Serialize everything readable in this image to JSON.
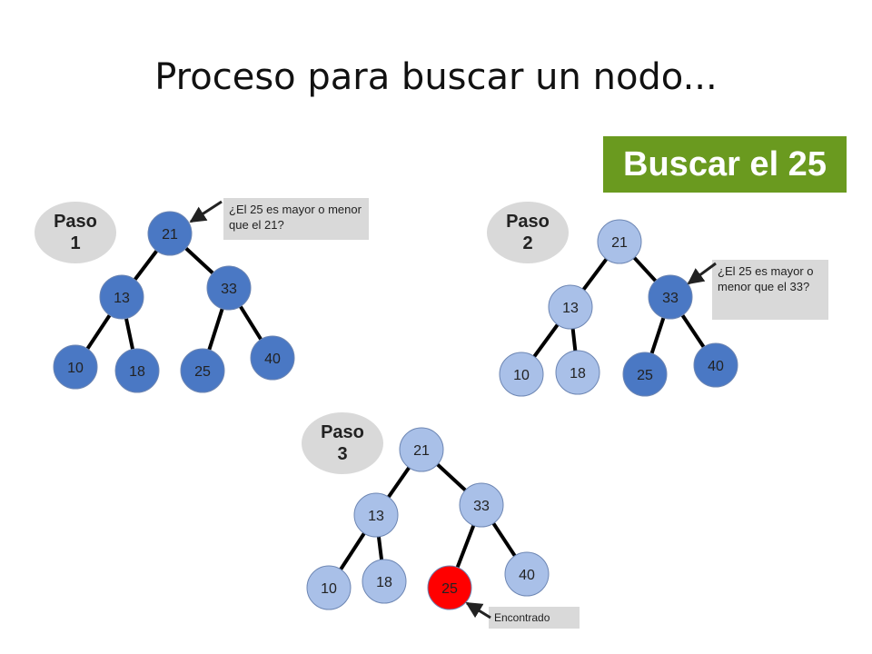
{
  "title": "Proceso para buscar un nodo...",
  "badge": "Buscar el 25",
  "colors": {
    "badge_bg": "#6a9a1f",
    "node_dark": "#4a78c4",
    "node_light": "#a9c0e8",
    "node_found": "#ff0000",
    "edge": "#000000",
    "label_bg": "#d9d9d9"
  },
  "steps": [
    {
      "label_line1": "Paso",
      "label_line2": "1",
      "callout": "¿El 25 es mayor o menor que el 21?",
      "nodes": [
        {
          "key": "n21",
          "value": "21",
          "state": "dark"
        },
        {
          "key": "n13",
          "value": "13",
          "state": "dark"
        },
        {
          "key": "n33",
          "value": "33",
          "state": "dark"
        },
        {
          "key": "n10",
          "value": "10",
          "state": "dark"
        },
        {
          "key": "n18",
          "value": "18",
          "state": "dark"
        },
        {
          "key": "n25",
          "value": "25",
          "state": "dark"
        },
        {
          "key": "n40",
          "value": "40",
          "state": "dark"
        }
      ]
    },
    {
      "label_line1": "Paso",
      "label_line2": "2",
      "callout": "¿El 25 es mayor o menor que el 33?",
      "nodes": [
        {
          "key": "n21",
          "value": "21",
          "state": "light"
        },
        {
          "key": "n13",
          "value": "13",
          "state": "light"
        },
        {
          "key": "n33",
          "value": "33",
          "state": "dark"
        },
        {
          "key": "n10",
          "value": "10",
          "state": "light"
        },
        {
          "key": "n18",
          "value": "18",
          "state": "light"
        },
        {
          "key": "n25",
          "value": "25",
          "state": "dark"
        },
        {
          "key": "n40",
          "value": "40",
          "state": "dark"
        }
      ]
    },
    {
      "label_line1": "Paso",
      "label_line2": "3",
      "callout": "Encontrado",
      "nodes": [
        {
          "key": "n21",
          "value": "21",
          "state": "light"
        },
        {
          "key": "n13",
          "value": "13",
          "state": "light"
        },
        {
          "key": "n33",
          "value": "33",
          "state": "light"
        },
        {
          "key": "n10",
          "value": "10",
          "state": "light"
        },
        {
          "key": "n18",
          "value": "18",
          "state": "light"
        },
        {
          "key": "n25",
          "value": "25",
          "state": "found"
        },
        {
          "key": "n40",
          "value": "40",
          "state": "light"
        }
      ]
    }
  ]
}
